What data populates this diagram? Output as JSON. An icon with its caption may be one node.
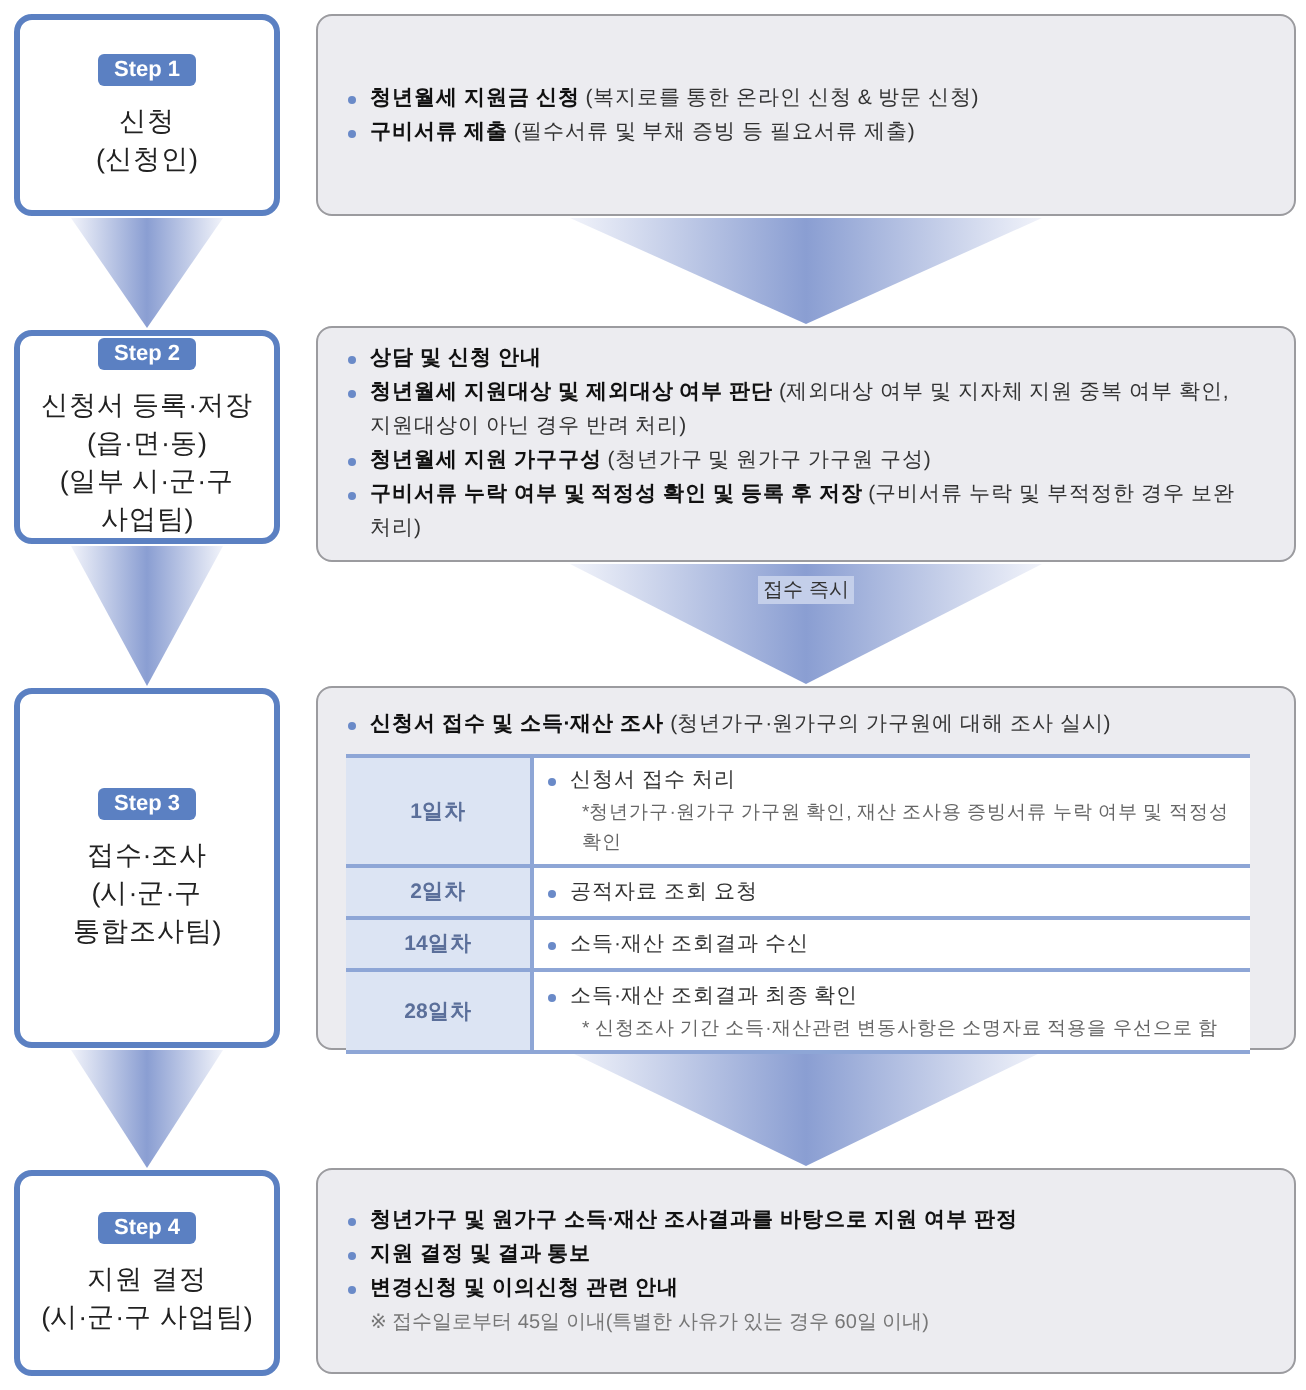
{
  "diagram": {
    "nodes": [
      {
        "text": [
          "Step 1",
          "신청 (신청인)"
        ]
      },
      {
        "text": [
          "**청년월세 지원금 신청** (복지로를 통한 온라인 신청 & 방문 신청)",
          "**구비서류 제출** (필수서류 및 부채 증빙 등 필요서류 제출)"
        ]
      },
      {
        "text": [
          "Step 2",
          "신청서 등록·저장 (읍·면·동) (일부 시·군·구 사업팀)"
        ]
      },
      {
        "text": [
          "**상담 및 신청 안내**",
          "**청년월세 지원대상 및 제외대상 여부 판단** (제외대상 여부 및 지자체 지원 중복 여부 확인, 지원대상이 아닌 경우 반려 처리)",
          "**청년월세 지원 가구구성** (청년가구 및 원가구 가구원 구성)",
          "**구비서류 누락 여부 및 적정성 확인 및 등록 후 저장** (구비서류 누락 및 부적정한 경우 보완 처리)"
        ]
      },
      {
        "text": [
          "Step 3",
          "접수·조사 (시·군·구 통합조사팀)"
        ]
      },
      {
        "text": [
          "**신청서 접수 및 소득·재산 조사** (청년가구·원가구의 가구원에 대해 조사 실시)"
        ]
      },
      {
        "text": [
          "Step 4",
          "지원 결정 (시·군·구 사업팀)"
        ]
      },
      {
        "text": [
          "**청년가구 및 원가구 소득·재산 조사결과를 바탕으로 지원 여부 판정**",
          "**지원 결정 및 결과 통보**",
          "**변경신청 및 이의신청 관련 안내**",
          "※ 접수일로부터 45일 이내(특별한 사유가 있는 경우 60일 이내)"
        ]
      }
    ],
    "edges": [
      {
        "from": 0,
        "to": 2,
        "arrow": "to"
      },
      {
        "from": 1,
        "to": 3,
        "arrow": "to"
      },
      {
        "from": 2,
        "to": 4,
        "arrow": "to"
      },
      {
        "from": 3,
        "to": 5,
        "arrow": "to",
        "label": "접수 즉시"
      },
      {
        "from": 4,
        "to": 6,
        "arrow": "to"
      },
      {
        "from": 5,
        "to": 7,
        "arrow": "to"
      }
    ],
    "labels": [
      "1일차",
      "신청서 접수 처리",
      "*청년가구·원가구 가구원 확인, 재산 조사용 증빙서류 누락 여부 및 적정성 확인",
      "2일차",
      "공적자료 조회 요청",
      "14일차",
      "소득·재산 조회결과 수신",
      "28일차",
      "소득·재산 조회결과 최종 확인",
      "* 신청조사 기간 소득·재산관련 변동사항은 소명자료 적용을 우선으로 함"
    ]
  }
}
